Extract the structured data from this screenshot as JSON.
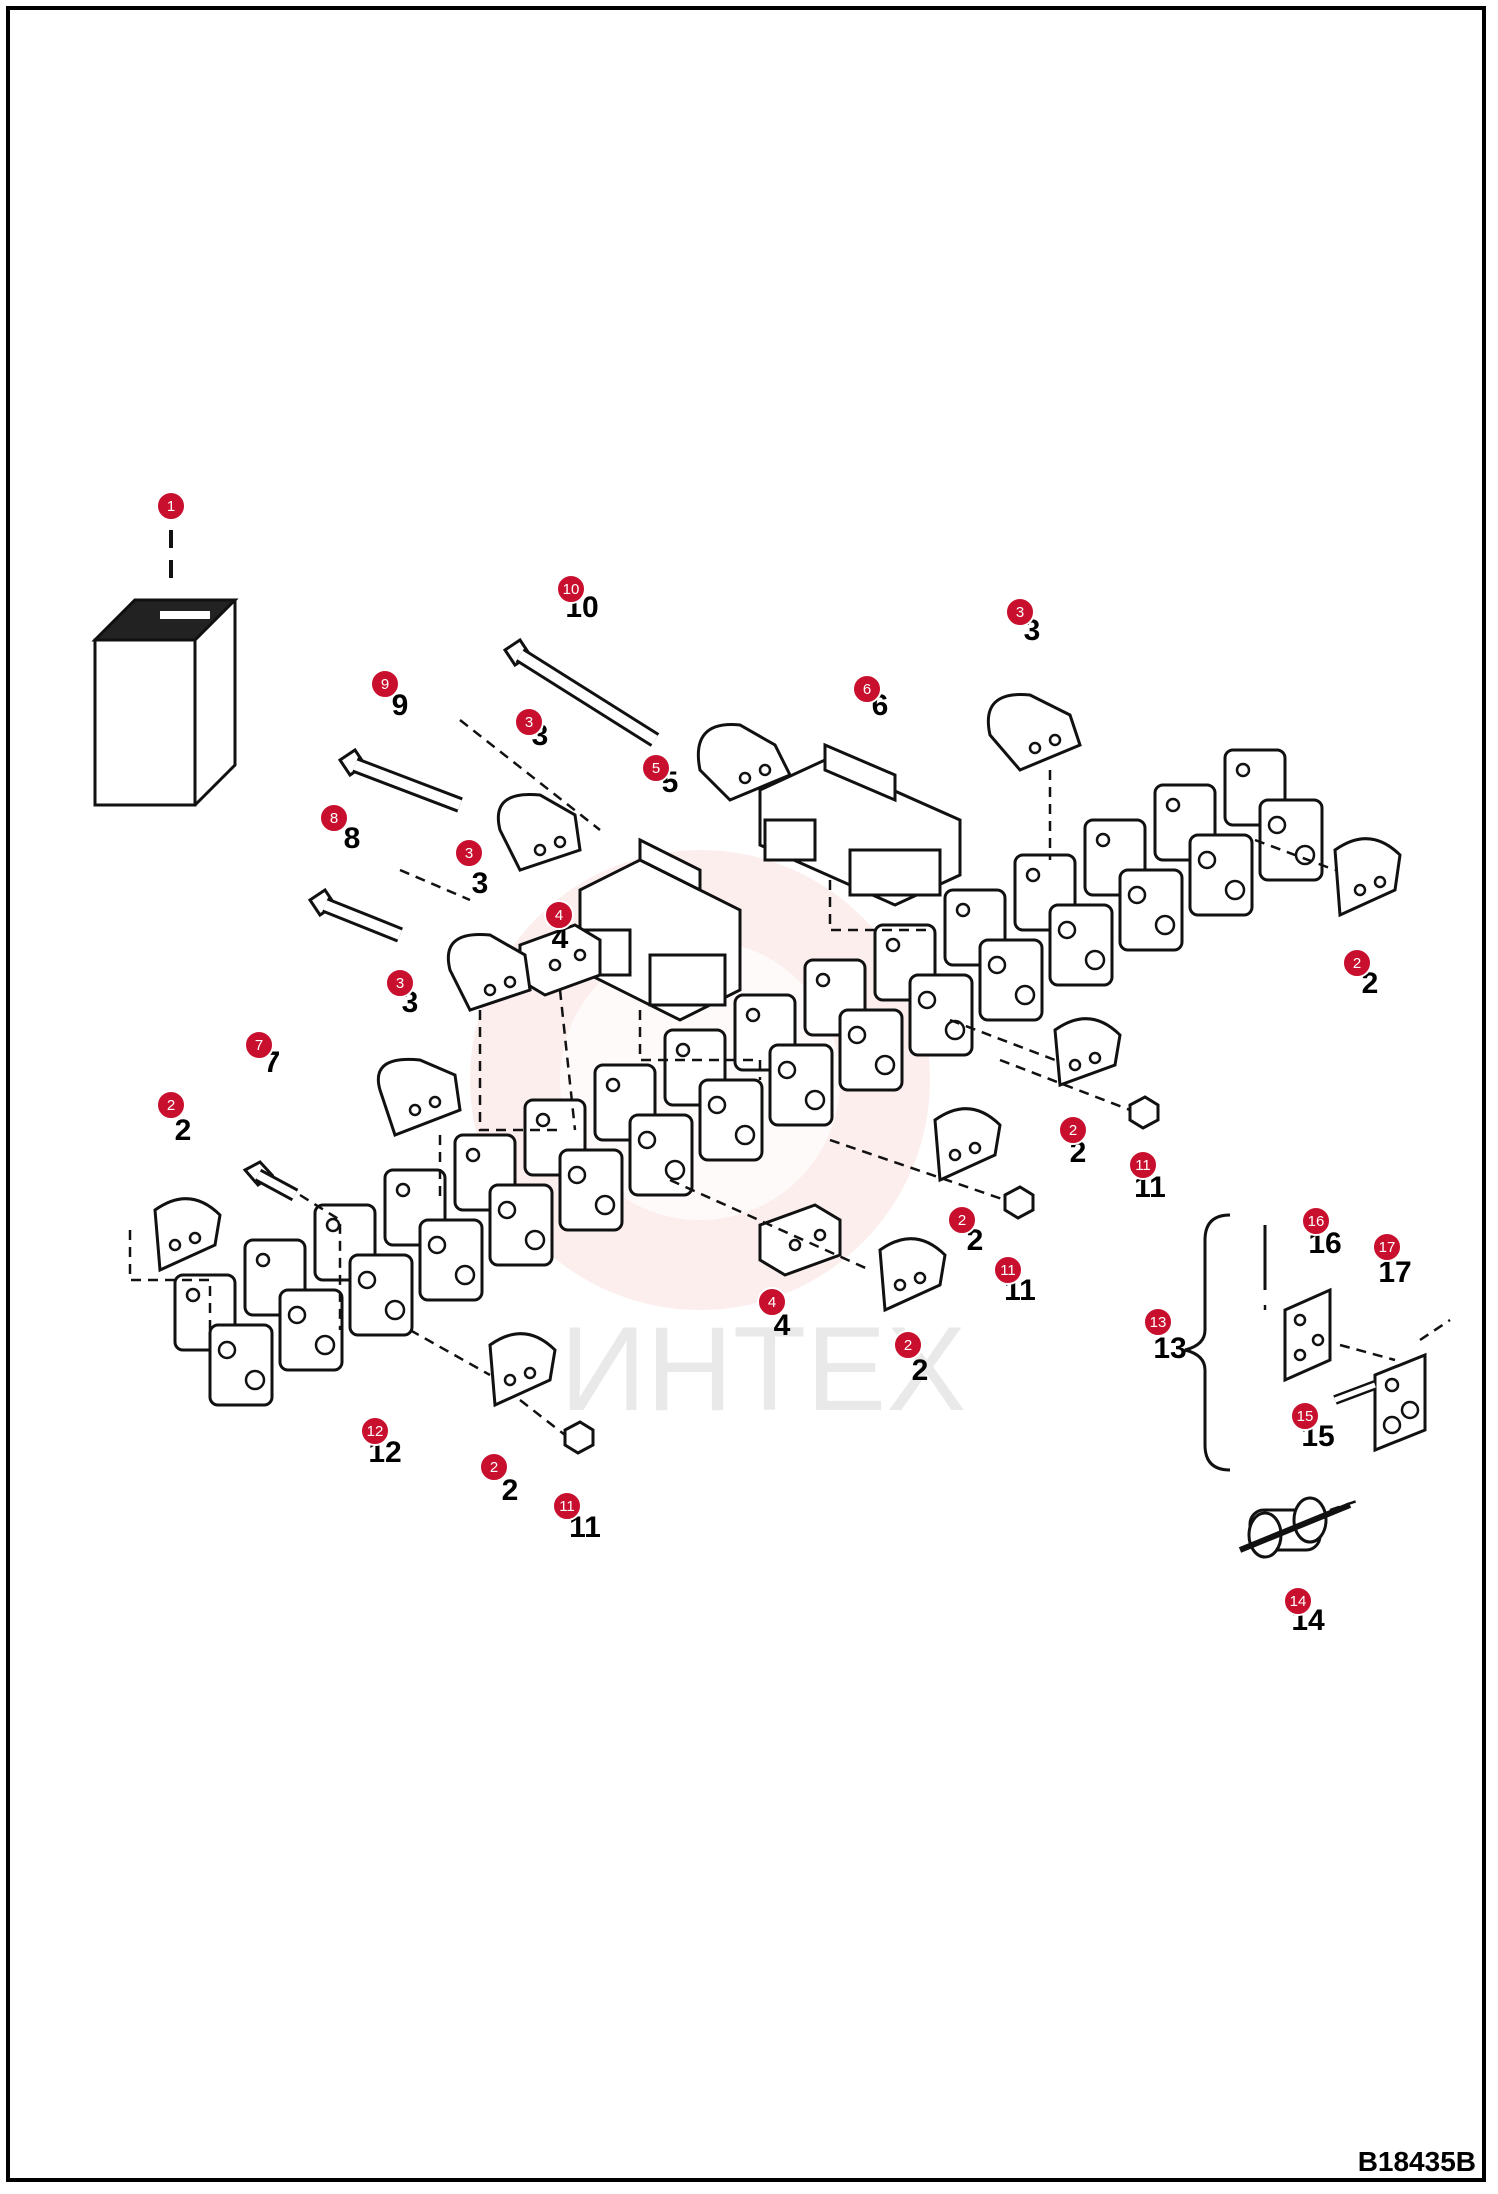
{
  "figure_code": "B18435B",
  "watermark_text": "ИНТЕХ",
  "badge_color": "#c8102e",
  "callouts": [
    {
      "id": "1",
      "label": ""
    },
    {
      "id": "2",
      "label": "2"
    },
    {
      "id": "3",
      "label": "3"
    },
    {
      "id": "4",
      "label": "4"
    },
    {
      "id": "5",
      "label": "5"
    },
    {
      "id": "6",
      "label": "6"
    },
    {
      "id": "7",
      "label": "7"
    },
    {
      "id": "8",
      "label": "8"
    },
    {
      "id": "9",
      "label": "9"
    },
    {
      "id": "10",
      "label": "10"
    },
    {
      "id": "11",
      "label": "11"
    },
    {
      "id": "12",
      "label": "12"
    },
    {
      "id": "13",
      "label": "13"
    },
    {
      "id": "14",
      "label": "14"
    },
    {
      "id": "15",
      "label": "15"
    },
    {
      "id": "16",
      "label": "16"
    },
    {
      "id": "17",
      "label": "17"
    }
  ]
}
